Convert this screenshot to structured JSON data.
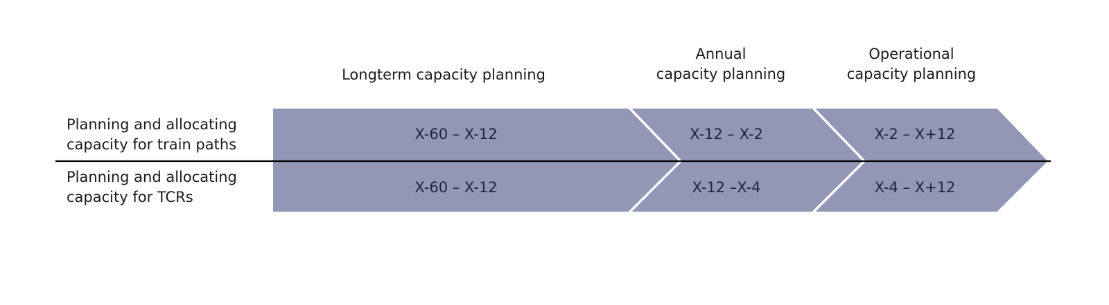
{
  "phases": [
    {
      "name": "Longterm capacity planning"
    },
    {
      "name": "Annual\ncapacity planning"
    },
    {
      "name": "Operational\ncapacity planning"
    }
  ],
  "rows": [
    {
      "label": "Planning and allocating\ncapacity for train paths",
      "ranges": [
        "X-60 – X-12",
        "X-12 – X-2",
        "X-2 – X+12"
      ]
    },
    {
      "label": "Planning and allocating\ncapacity for TCRs",
      "ranges": [
        "X-60 – X-12",
        "X-12 –X-4",
        "X-4 – X+12"
      ]
    }
  ],
  "colors": {
    "arrow_fill": "#9197b5",
    "arrow_stroke": "#ffffff",
    "divider": "#000000"
  }
}
